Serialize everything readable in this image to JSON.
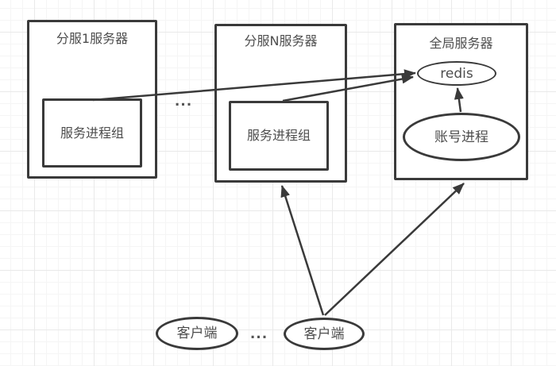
{
  "diagram": {
    "nodes": {
      "server1": {
        "title": "分服1服务器",
        "process_group": "服务进程组"
      },
      "serverN": {
        "title": "分服N服务器",
        "process_group": "服务进程组"
      },
      "global_server": {
        "title": "全局服务器",
        "redis": "redis",
        "account_process": "账号进程"
      },
      "client_left": {
        "label": "客户端"
      },
      "client_right": {
        "label": "客户端"
      }
    },
    "ellipsis": {
      "between_servers": "...",
      "between_clients": "..."
    },
    "edges": [
      {
        "from": "server1.process_group",
        "to": "global_server.redis",
        "style": "arrow"
      },
      {
        "from": "serverN.process_group",
        "to": "global_server.redis",
        "style": "arrow"
      },
      {
        "from": "global_server.account_process",
        "to": "global_server.redis",
        "style": "arrow"
      },
      {
        "from": "client_right",
        "to": "serverN",
        "style": "arrow"
      },
      {
        "from": "client_right",
        "to": "global_server",
        "style": "arrow"
      }
    ],
    "colors": {
      "shape_stroke": "#3a3a3a",
      "text": "#4d4d4d",
      "grid_minor": "#f5f5f5",
      "grid_major": "#e9e9e9",
      "canvas_background": "#ffffff"
    }
  }
}
